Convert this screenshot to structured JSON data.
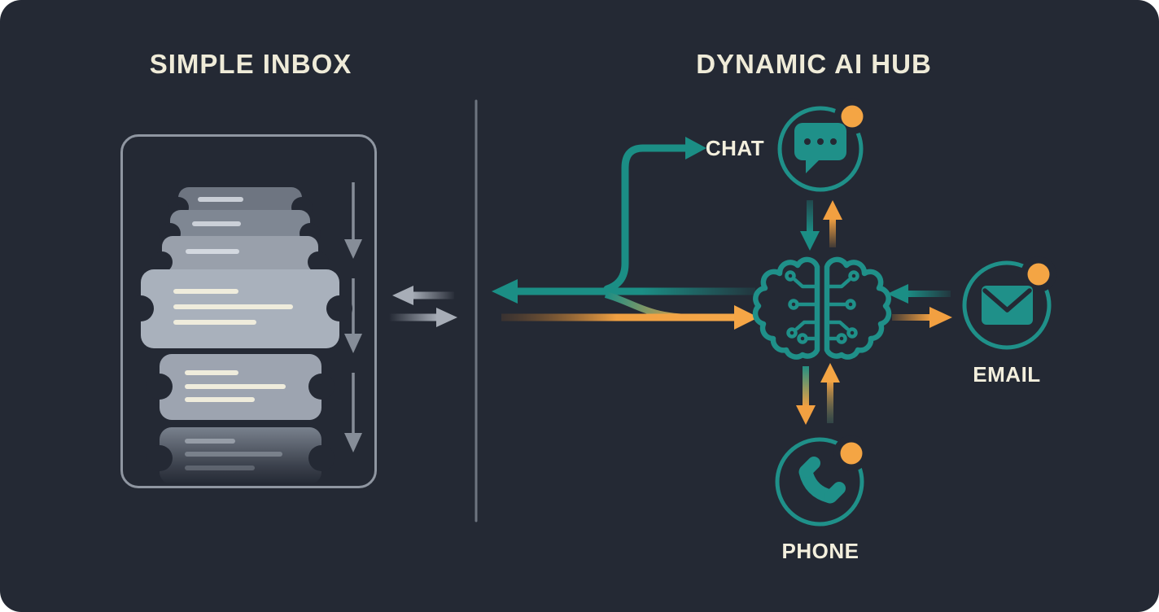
{
  "left": {
    "title": "SIMPLE INBOX",
    "inbox": {
      "card_count": 6,
      "cards": [
        {
          "placeholder_lines": 1,
          "faded": false
        },
        {
          "placeholder_lines": 1,
          "faded": false
        },
        {
          "placeholder_lines": 1,
          "faded": false
        },
        {
          "placeholder_lines": 3,
          "faded": false
        },
        {
          "placeholder_lines": 3,
          "faded": false
        },
        {
          "placeholder_lines": 3,
          "faded": true
        }
      ],
      "scroll_arrow_count": 3
    }
  },
  "right": {
    "title": "DYNAMIC AI HUB",
    "nodes": {
      "chat": {
        "label": "CHAT",
        "icon": "chat-bubble-icon",
        "notification_dot": true
      },
      "hub": {
        "icon": "circuit-brain-icon"
      },
      "email": {
        "label": "EMAIL",
        "icon": "envelope-icon",
        "notification_dot": true
      },
      "phone": {
        "label": "PHONE",
        "icon": "phone-handset-icon",
        "notification_dot": true
      }
    }
  },
  "colors": {
    "background": "#242934",
    "teal": "#1b8e85",
    "orange": "#f4a544",
    "cream_text": "#efebd8",
    "gray_arrow": "#a7adb7",
    "divider": "#6e7580",
    "inbox_border": "#8f96a1",
    "card_light": "#a9b1bc"
  }
}
